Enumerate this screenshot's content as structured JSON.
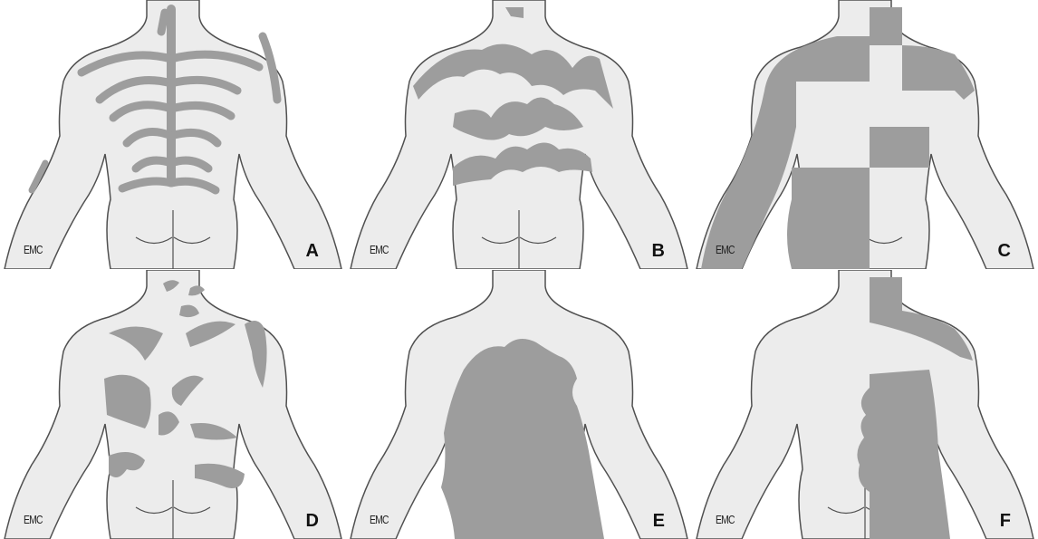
{
  "colors": {
    "skin": "#ececec",
    "outline": "#505050",
    "lesion": "#9d9d9d",
    "background": "#ffffff"
  },
  "panels": [
    {
      "letter": "A",
      "watermark": "EMC",
      "pattern": "blaschko-lines"
    },
    {
      "letter": "B",
      "watermark": "EMC",
      "pattern": "broad-bands"
    },
    {
      "letter": "C",
      "watermark": "EMC",
      "pattern": "checkerboard"
    },
    {
      "letter": "D",
      "watermark": "EMC",
      "pattern": "phylloid"
    },
    {
      "letter": "E",
      "watermark": "EMC",
      "pattern": "patchy-without-midline"
    },
    {
      "letter": "F",
      "watermark": "EMC",
      "pattern": "lateralized"
    }
  ]
}
